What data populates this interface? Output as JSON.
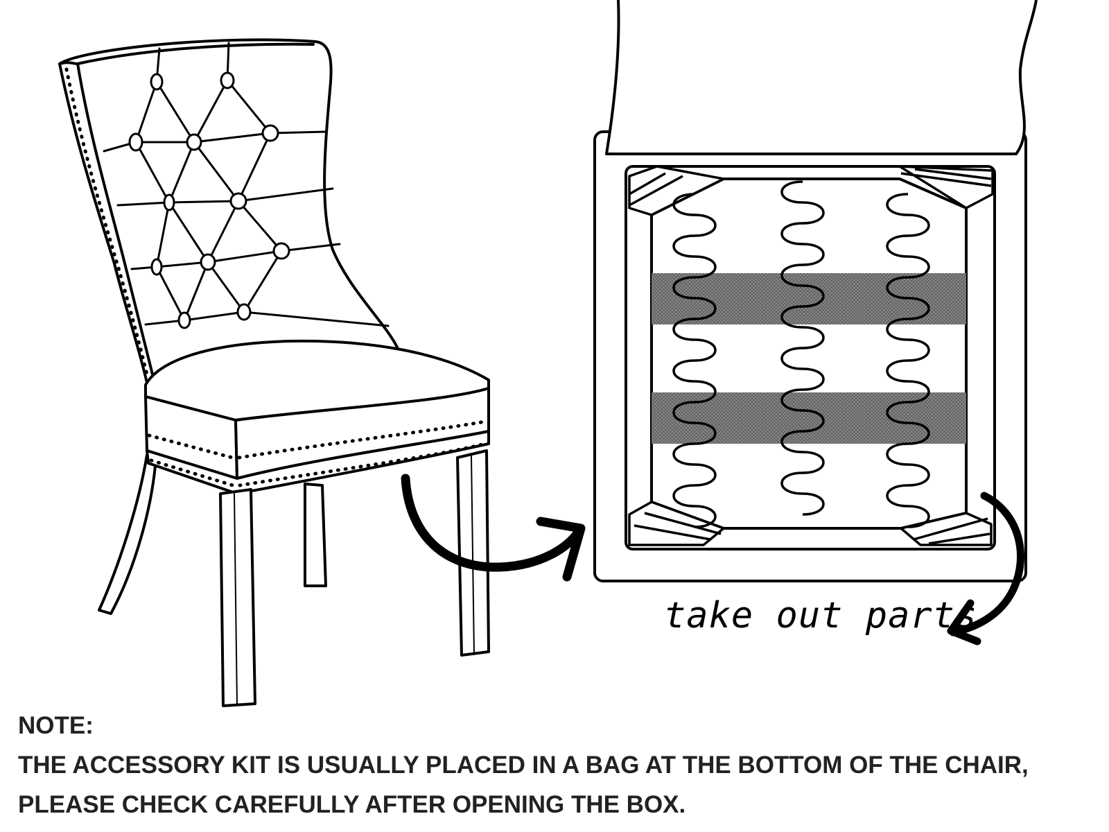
{
  "caption": "take out parts",
  "note": {
    "heading": "NOTE:",
    "line1": "THE ACCESSORY KIT IS USUALLY PLACED IN A BAG AT THE BOTTOM OF THE CHAIR,",
    "line2": "PLEASE CHECK CAREFULLY AFTER OPENING THE BOX."
  },
  "colors": {
    "ink": "#000000",
    "strap": "#707070",
    "note_text": "#222222"
  }
}
